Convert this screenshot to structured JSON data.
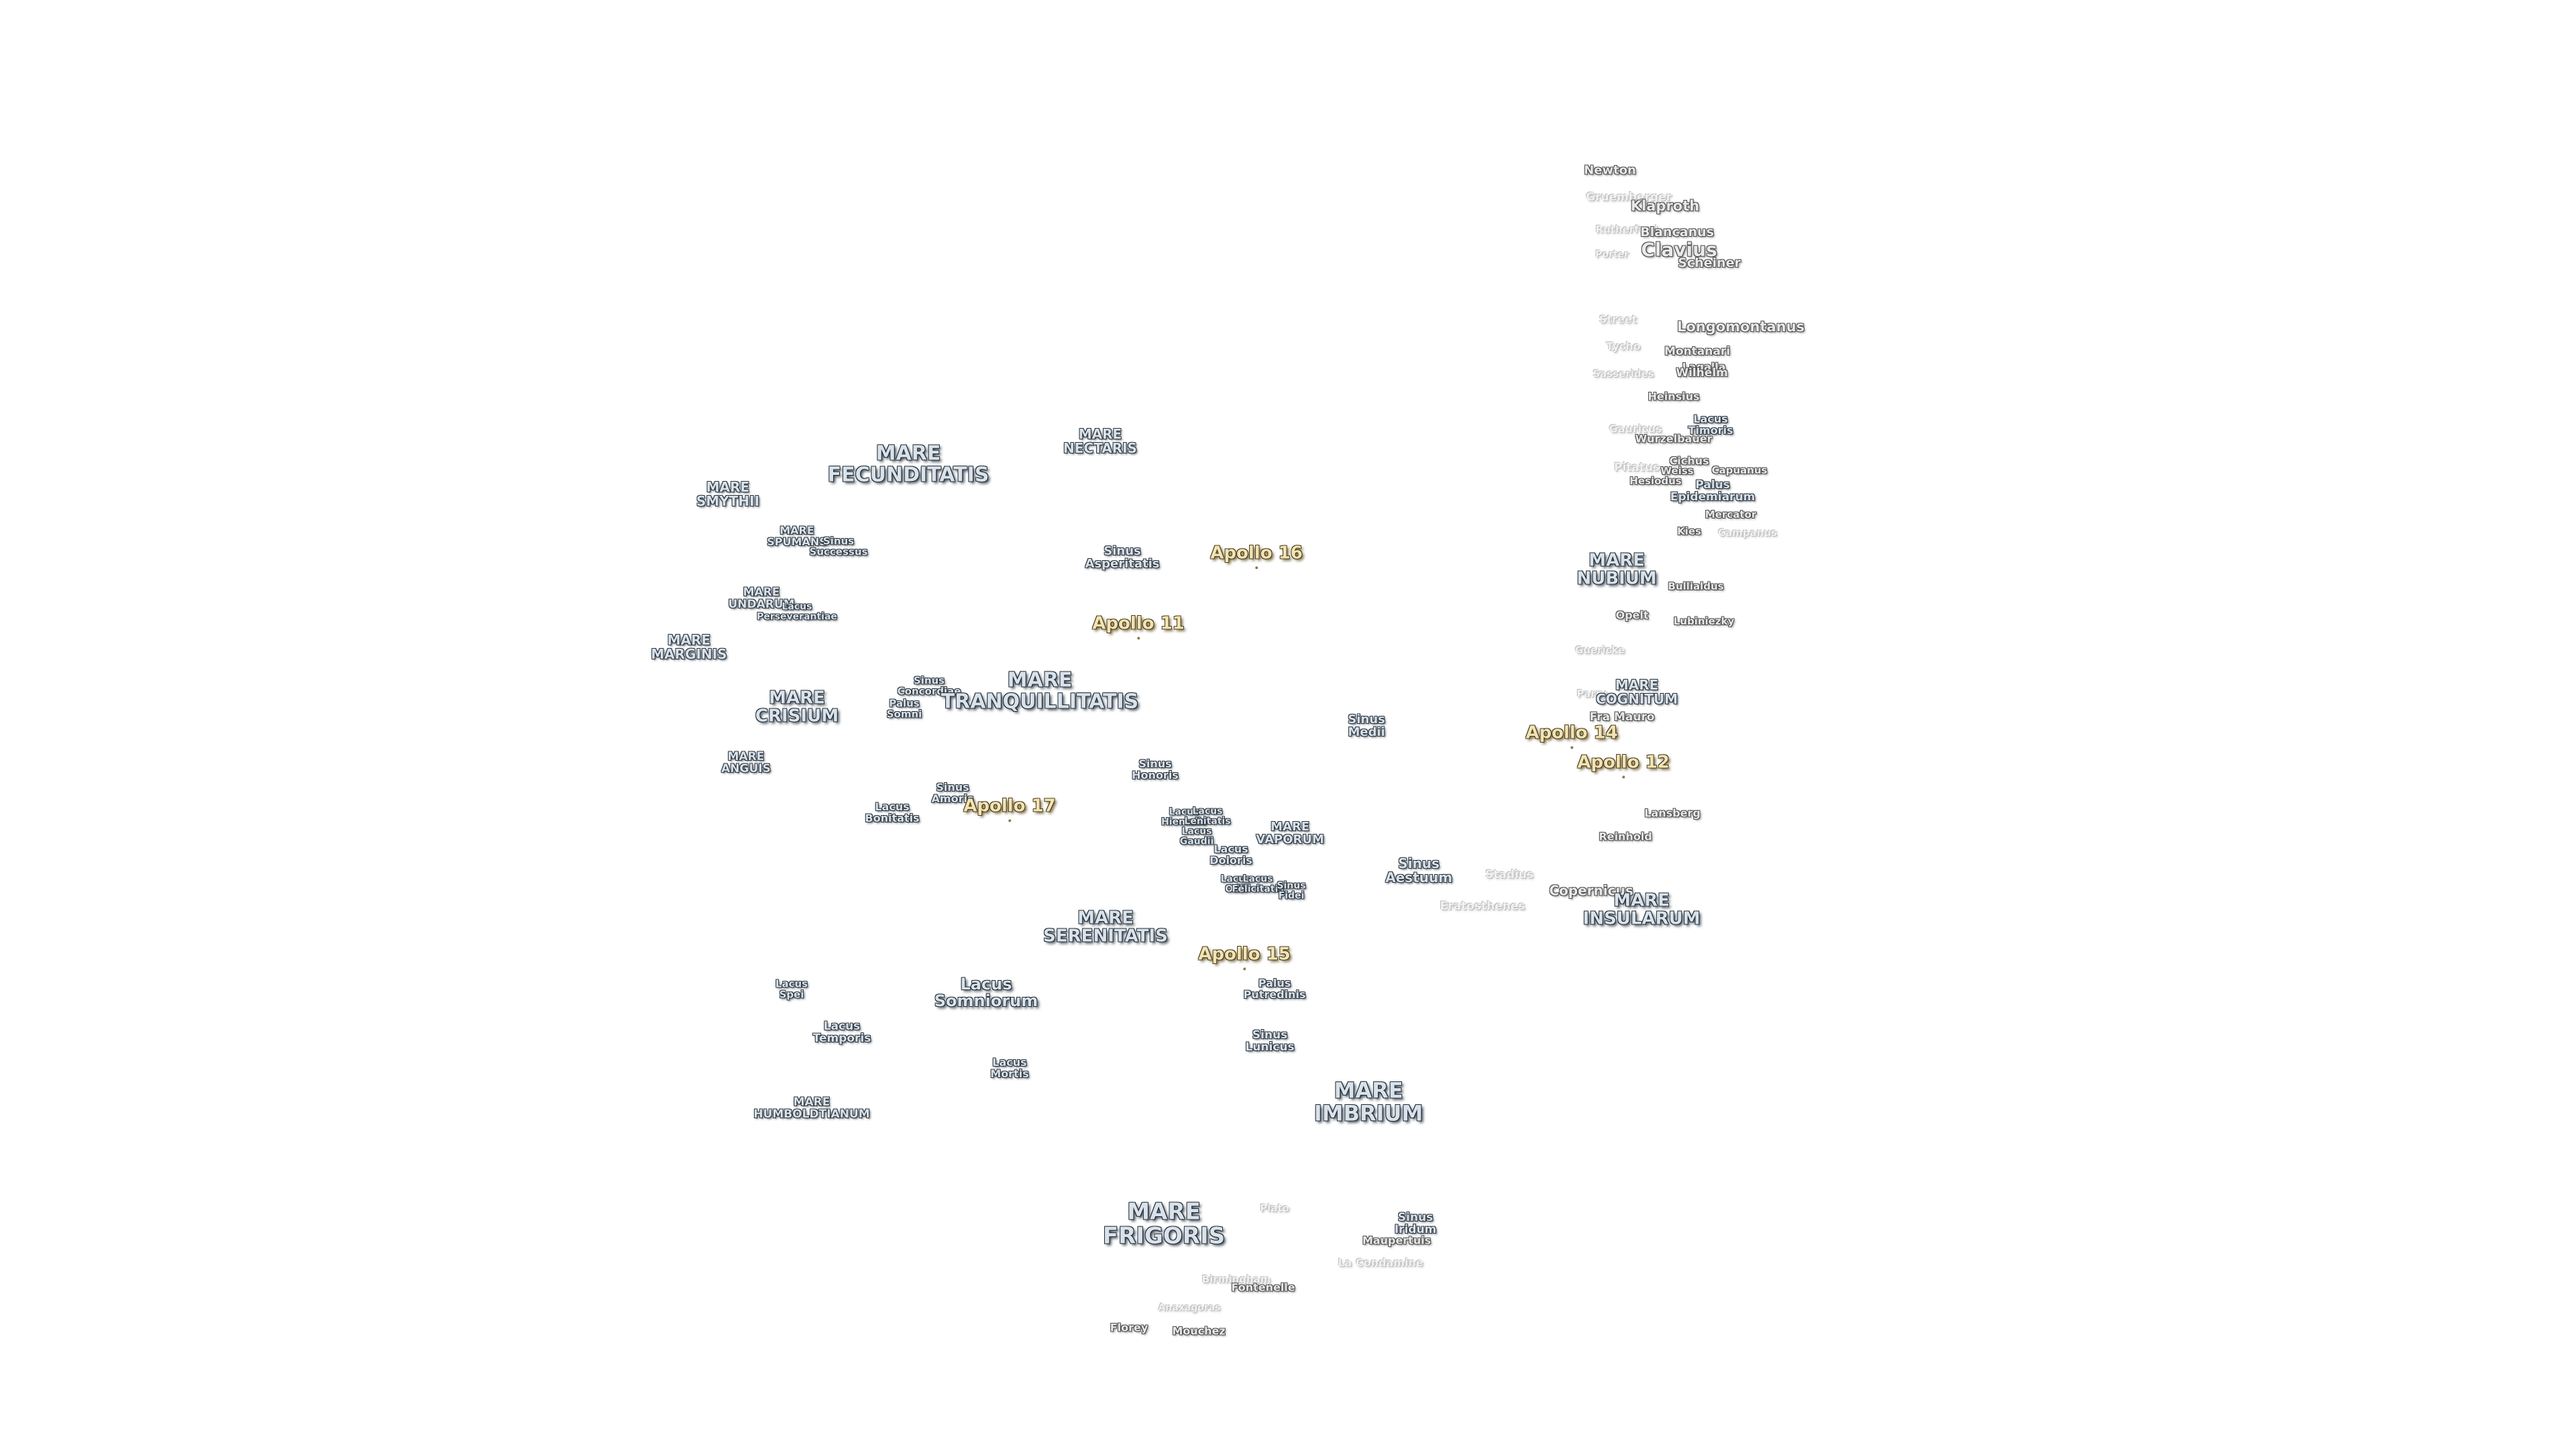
{
  "labels": [
    {
      "id": "mare-fecunditatis",
      "kind": "mare",
      "lines": [
        "MARE",
        "FECUNDITATIS"
      ]
    },
    {
      "id": "mare-nectaris",
      "kind": "small",
      "lines": [
        "MARE",
        "NECTARIS"
      ]
    },
    {
      "id": "mare-smythii",
      "kind": "small",
      "lines": [
        "MARE",
        "SMYTHII"
      ]
    },
    {
      "id": "mare-spumans",
      "kind": "small",
      "lines": [
        "MARE",
        "SPUMANS"
      ]
    },
    {
      "id": "sinus-successus",
      "kind": "small",
      "lines": [
        "Sinus",
        "Successus"
      ]
    },
    {
      "id": "sinus-asperitatis",
      "kind": "small",
      "lines": [
        "Sinus",
        "Asperitatis"
      ]
    },
    {
      "id": "apollo-16",
      "kind": "apollo",
      "lines": [
        "Apollo 16"
      ]
    },
    {
      "id": "mare-undarum",
      "kind": "small",
      "lines": [
        "MARE",
        "UNDARUM"
      ]
    },
    {
      "id": "lacus-perseverantiae",
      "kind": "small",
      "lines": [
        "Lacus",
        "Perseverantiae"
      ]
    },
    {
      "id": "apollo-11",
      "kind": "apollo",
      "lines": [
        "Apollo 11"
      ]
    },
    {
      "id": "mare-marginis",
      "kind": "small",
      "lines": [
        "MARE",
        "MARGINIS"
      ]
    },
    {
      "id": "sinus-concordiae",
      "kind": "small",
      "lines": [
        "Sinus",
        "Concordiae"
      ]
    },
    {
      "id": "mare-tranquillitatis",
      "kind": "mare",
      "lines": [
        "MARE",
        "TRANQUILLITATIS"
      ]
    },
    {
      "id": "palus-somni",
      "kind": "small",
      "lines": [
        "Palus",
        "Somni"
      ]
    },
    {
      "id": "mare-crisium",
      "kind": "mare",
      "lines": [
        "MARE",
        "CRISIUM"
      ]
    },
    {
      "id": "sinus-medii",
      "kind": "small",
      "lines": [
        "Sinus",
        "Medii"
      ]
    },
    {
      "id": "mare-anguis",
      "kind": "small",
      "lines": [
        "MARE",
        "ANGUIS"
      ]
    },
    {
      "id": "sinus-honoris",
      "kind": "small",
      "lines": [
        "Sinus",
        "Honoris"
      ]
    },
    {
      "id": "sinus-amoris",
      "kind": "small",
      "lines": [
        "Sinus",
        "Amoris"
      ]
    },
    {
      "id": "apollo-17",
      "kind": "apollo",
      "lines": [
        "Apollo 17"
      ]
    },
    {
      "id": "lacus-bonitatis",
      "kind": "small",
      "lines": [
        "Lacus",
        "Bonitatis"
      ]
    },
    {
      "id": "lacus-hiemalis",
      "kind": "small",
      "lines": [
        "Lacus",
        "Hiemalis"
      ]
    },
    {
      "id": "lacus-lenitatis",
      "kind": "small",
      "lines": [
        "Lacus",
        "Lenitatis"
      ]
    },
    {
      "id": "lacus-gaudii",
      "kind": "small",
      "lines": [
        "Lacus",
        "Gaudii"
      ]
    },
    {
      "id": "mare-vaporum",
      "kind": "small",
      "lines": [
        "MARE",
        "VAPORUM"
      ]
    },
    {
      "id": "lacus-doloris",
      "kind": "small",
      "lines": [
        "Lacus",
        "Doloris"
      ]
    },
    {
      "id": "lacus-odii",
      "kind": "small",
      "lines": [
        "Lacus",
        "Odii"
      ]
    },
    {
      "id": "lacus-felicitatis",
      "kind": "small",
      "lines": [
        "Lacus",
        "Felicitatis"
      ]
    },
    {
      "id": "sinus-fidei",
      "kind": "small",
      "lines": [
        "Sinus",
        "Fidei"
      ]
    },
    {
      "id": "sinus-aestuum",
      "kind": "small",
      "lines": [
        "Sinus",
        "Aestuum"
      ]
    },
    {
      "id": "stadius",
      "kind": "faint",
      "lines": [
        "Stadius"
      ]
    },
    {
      "id": "eratosthenes",
      "kind": "faint",
      "lines": [
        "Eratosthenes"
      ]
    },
    {
      "id": "mare-serenitatis",
      "kind": "mare",
      "lines": [
        "MARE",
        "SERENITATIS"
      ]
    },
    {
      "id": "apollo-15",
      "kind": "apollo",
      "lines": [
        "Apollo 15"
      ]
    },
    {
      "id": "lacus-spei",
      "kind": "small",
      "lines": [
        "Lacus",
        "Spei"
      ]
    },
    {
      "id": "lacus-somniorum",
      "kind": "mare",
      "lines": [
        "Lacus",
        "Somniorum"
      ]
    },
    {
      "id": "palus-putredinis",
      "kind": "small",
      "lines": [
        "Palus",
        "Putredinis"
      ]
    },
    {
      "id": "lacus-temporis",
      "kind": "small",
      "lines": [
        "Lacus",
        "Temporis"
      ]
    },
    {
      "id": "sinus-lunicus",
      "kind": "small",
      "lines": [
        "Sinus",
        "Lunicus"
      ]
    },
    {
      "id": "lacus-mortis",
      "kind": "small",
      "lines": [
        "Lacus",
        "Mortis"
      ]
    },
    {
      "id": "mare-humboldtianum",
      "kind": "small",
      "lines": [
        "MARE",
        "HUMBOLDTIANUM"
      ]
    },
    {
      "id": "mare-imbrium",
      "kind": "mare",
      "lines": [
        "MARE",
        "IMBRIUM"
      ]
    },
    {
      "id": "mare-frigoris",
      "kind": "mare",
      "lines": [
        "MARE",
        "FRIGORIS"
      ]
    },
    {
      "id": "plato",
      "kind": "faint",
      "lines": [
        "Plato"
      ]
    },
    {
      "id": "sinus-iridum",
      "kind": "small",
      "lines": [
        "Sinus",
        "Iridum"
      ]
    },
    {
      "id": "maupertuis",
      "kind": "crater",
      "lines": [
        "Maupertuis"
      ]
    },
    {
      "id": "la-condamine",
      "kind": "faint",
      "lines": [
        "La Condamine"
      ]
    },
    {
      "id": "birmingham",
      "kind": "faint",
      "lines": [
        "Birmingham"
      ]
    },
    {
      "id": "fontenelle",
      "kind": "crater",
      "lines": [
        "Fontenelle"
      ]
    },
    {
      "id": "anaxagoras",
      "kind": "faint",
      "lines": [
        "Anaxagoras"
      ]
    },
    {
      "id": "florey",
      "kind": "crater",
      "lines": [
        "Florey"
      ]
    },
    {
      "id": "mouchez",
      "kind": "crater",
      "lines": [
        "Mouchez"
      ]
    },
    {
      "id": "newton",
      "kind": "crater",
      "lines": [
        "Newton"
      ]
    },
    {
      "id": "gruemberger",
      "kind": "faint",
      "lines": [
        "Gruemberger"
      ]
    },
    {
      "id": "klaproth",
      "kind": "crater",
      "lines": [
        "Klaproth"
      ]
    },
    {
      "id": "rutherfurd",
      "kind": "faint",
      "lines": [
        "Rutherfurd"
      ]
    },
    {
      "id": "blancanus",
      "kind": "crater",
      "lines": [
        "Blancanus"
      ]
    },
    {
      "id": "porter",
      "kind": "faint",
      "lines": [
        "Porter"
      ]
    },
    {
      "id": "clavius",
      "kind": "crater",
      "lines": [
        "Clavius"
      ]
    },
    {
      "id": "scheiner",
      "kind": "crater",
      "lines": [
        "Scheiner"
      ]
    },
    {
      "id": "street",
      "kind": "faint",
      "lines": [
        "Street"
      ]
    },
    {
      "id": "longomontanus",
      "kind": "crater",
      "lines": [
        "Longomontanus"
      ]
    },
    {
      "id": "tycho",
      "kind": "faint",
      "lines": [
        "Tycho"
      ]
    },
    {
      "id": "montanari",
      "kind": "crater",
      "lines": [
        "Montanari"
      ]
    },
    {
      "id": "sasserides",
      "kind": "faint",
      "lines": [
        "Sasserides"
      ]
    },
    {
      "id": "lagalla",
      "kind": "crater",
      "lines": [
        "Lagalla"
      ]
    },
    {
      "id": "wilhelm",
      "kind": "crater",
      "lines": [
        "Wilhelm"
      ]
    },
    {
      "id": "heinsius",
      "kind": "crater",
      "lines": [
        "Heinsius"
      ]
    },
    {
      "id": "lacus-timoris",
      "kind": "small",
      "lines": [
        "Lacus",
        "Timoris"
      ]
    },
    {
      "id": "gauricus",
      "kind": "faint",
      "lines": [
        "Gauricus"
      ]
    },
    {
      "id": "wurzelbauer",
      "kind": "crater",
      "lines": [
        "Wurzelbauer"
      ]
    },
    {
      "id": "cichus",
      "kind": "crater",
      "lines": [
        "Cichus"
      ]
    },
    {
      "id": "pitatus",
      "kind": "faint",
      "lines": [
        "Pitatus"
      ]
    },
    {
      "id": "weiss",
      "kind": "crater",
      "lines": [
        "Weiss"
      ]
    },
    {
      "id": "capuanus",
      "kind": "crater",
      "lines": [
        "Capuanus"
      ]
    },
    {
      "id": "hesiodus",
      "kind": "crater",
      "lines": [
        "Hesiodus"
      ]
    },
    {
      "id": "palus-epidemiarum",
      "kind": "small",
      "lines": [
        "Palus",
        "Epidemiarum"
      ]
    },
    {
      "id": "mercator",
      "kind": "crater",
      "lines": [
        "Mercator"
      ]
    },
    {
      "id": "kies",
      "kind": "crater",
      "lines": [
        "Kies"
      ]
    },
    {
      "id": "campanus",
      "kind": "faint",
      "lines": [
        "Campanus"
      ]
    },
    {
      "id": "mare-nubium",
      "kind": "mare",
      "lines": [
        "MARE",
        "NUBIUM"
      ]
    },
    {
      "id": "bullialdus",
      "kind": "crater",
      "lines": [
        "Bullialdus"
      ]
    },
    {
      "id": "opelt",
      "kind": "crater",
      "lines": [
        "Opelt"
      ]
    },
    {
      "id": "lubiniezky",
      "kind": "crater",
      "lines": [
        "Lubiniezky"
      ]
    },
    {
      "id": "guericke",
      "kind": "faint",
      "lines": [
        "Guericke"
      ]
    },
    {
      "id": "parry",
      "kind": "faint",
      "lines": [
        "Parry"
      ]
    },
    {
      "id": "mare-cognitum",
      "kind": "small",
      "lines": [
        "MARE",
        "COGNITUM"
      ]
    },
    {
      "id": "fra-mauro",
      "kind": "crater",
      "lines": [
        "Fra Mauro"
      ]
    },
    {
      "id": "apollo-14",
      "kind": "apollo",
      "lines": [
        "Apollo 14"
      ]
    },
    {
      "id": "apollo-12",
      "kind": "apollo",
      "lines": [
        "Apollo 12"
      ]
    },
    {
      "id": "lansberg",
      "kind": "crater",
      "lines": [
        "Lansberg"
      ]
    },
    {
      "id": "reinhold",
      "kind": "crater",
      "lines": [
        "Reinhold"
      ]
    },
    {
      "id": "copernicus",
      "kind": "crater",
      "lines": [
        "Copernicus"
      ]
    },
    {
      "id": "mare-insularum",
      "kind": "mare",
      "lines": [
        "MARE",
        "INSULARUM"
      ]
    }
  ]
}
